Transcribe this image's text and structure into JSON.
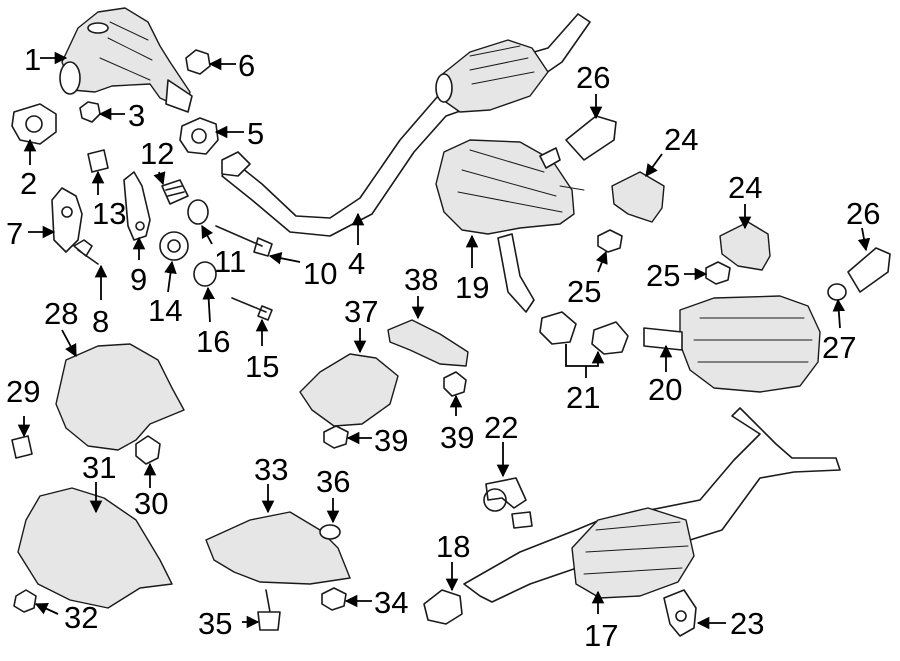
{
  "callouts": [
    {
      "id": "1",
      "label": "1"
    },
    {
      "id": "2",
      "label": "2"
    },
    {
      "id": "3",
      "label": "3"
    },
    {
      "id": "4",
      "label": "4"
    },
    {
      "id": "5",
      "label": "5"
    },
    {
      "id": "6",
      "label": "6"
    },
    {
      "id": "7",
      "label": "7"
    },
    {
      "id": "8",
      "label": "8"
    },
    {
      "id": "9",
      "label": "9"
    },
    {
      "id": "10",
      "label": "10"
    },
    {
      "id": "11",
      "label": "11"
    },
    {
      "id": "12",
      "label": "12"
    },
    {
      "id": "13",
      "label": "13"
    },
    {
      "id": "14",
      "label": "14"
    },
    {
      "id": "15",
      "label": "15"
    },
    {
      "id": "16",
      "label": "16"
    },
    {
      "id": "17",
      "label": "17"
    },
    {
      "id": "18",
      "label": "18"
    },
    {
      "id": "19",
      "label": "19"
    },
    {
      "id": "20",
      "label": "20"
    },
    {
      "id": "21",
      "label": "21"
    },
    {
      "id": "22",
      "label": "22"
    },
    {
      "id": "23",
      "label": "23"
    },
    {
      "id": "24a",
      "label": "24"
    },
    {
      "id": "24b",
      "label": "24"
    },
    {
      "id": "25a",
      "label": "25"
    },
    {
      "id": "25b",
      "label": "25"
    },
    {
      "id": "26a",
      "label": "26"
    },
    {
      "id": "26b",
      "label": "26"
    },
    {
      "id": "27",
      "label": "27"
    },
    {
      "id": "28",
      "label": "28"
    },
    {
      "id": "29",
      "label": "29"
    },
    {
      "id": "30",
      "label": "30"
    },
    {
      "id": "31",
      "label": "31"
    },
    {
      "id": "32",
      "label": "32"
    },
    {
      "id": "33",
      "label": "33"
    },
    {
      "id": "34",
      "label": "34"
    },
    {
      "id": "35",
      "label": "35"
    },
    {
      "id": "36",
      "label": "36"
    },
    {
      "id": "37",
      "label": "37"
    },
    {
      "id": "38",
      "label": "38"
    },
    {
      "id": "39a",
      "label": "39"
    },
    {
      "id": "39b",
      "label": "39"
    }
  ],
  "colors": {
    "line": "#1a1a1a",
    "background": "#ffffff",
    "shade": "#e6e6e6"
  }
}
